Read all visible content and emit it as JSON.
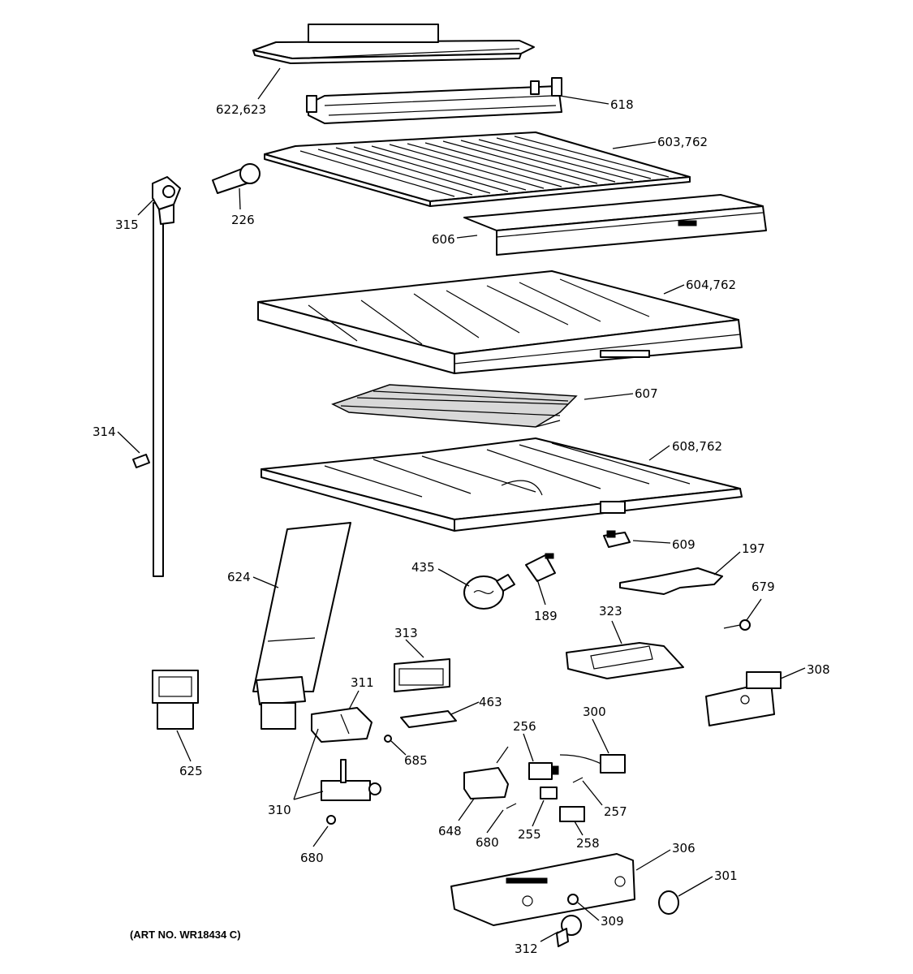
{
  "art_number": "(ART NO. WR18434 C)",
  "callouts": {
    "p622": "622,623",
    "p618": "618",
    "p603": "603,762",
    "p315": "315",
    "p226": "226",
    "p606": "606",
    "p604": "604,762",
    "p607": "607",
    "p314": "314",
    "p608": "608,762",
    "p609": "609",
    "p197": "197",
    "p435": "435",
    "p189": "189",
    "p624": "624",
    "p679": "679",
    "p323": "323",
    "p313": "313",
    "p308": "308",
    "p311": "311",
    "p463": "463",
    "p625": "625",
    "p256": "256",
    "p300": "300",
    "p685": "685",
    "p257": "257",
    "p310": "310",
    "p648": "648",
    "p255": "255",
    "p258": "258",
    "p680a": "680",
    "p680b": "680",
    "p306": "306",
    "p301": "301",
    "p309": "309",
    "p312": "312"
  }
}
